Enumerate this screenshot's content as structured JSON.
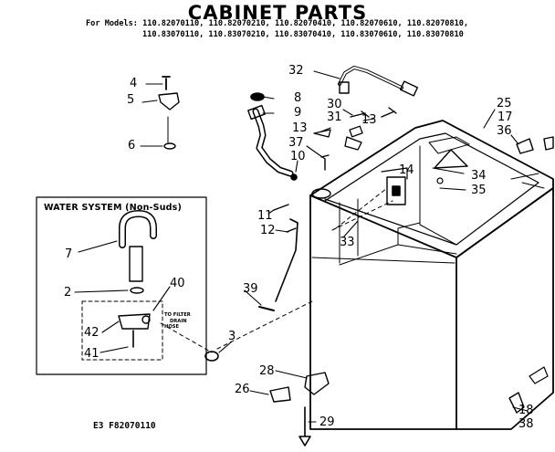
{
  "title": "CABINET PARTS",
  "models_prefix": "For Models:",
  "models_line1": "110.82070110, 110.82070210, 110.82070410, 110.82070610, 110.82070810,",
  "models_line2": "110.83070110, 110.83070210, 110.83070410, 110.83070610, 110.83070810",
  "water_system_title": "WATER SYSTEM (Non-Suds)",
  "filter_note": [
    "TO FILTER",
    "DRAIN",
    "HOSE"
  ],
  "footer_code": "E3 F82070110",
  "part_labels": {
    "p4": "4",
    "p5": "5",
    "p6": "6",
    "p32": "32",
    "p8": "8",
    "p9": "9",
    "p30": "30",
    "p31": "31",
    "p13a": "13",
    "p13b": "13",
    "p37": "37",
    "p10": "10",
    "p25": "25",
    "p17": "17",
    "p36": "36",
    "p14": "14",
    "p34": "34",
    "p35": "35",
    "p11": "11",
    "p12": "12",
    "p33": "33",
    "p7": "7",
    "p2": "2",
    "p40": "40",
    "p42": "42",
    "p41": "41",
    "p3": "3",
    "p39": "39",
    "p28": "28",
    "p26": "26",
    "p29": "29",
    "p18": "18",
    "p38": "38"
  }
}
